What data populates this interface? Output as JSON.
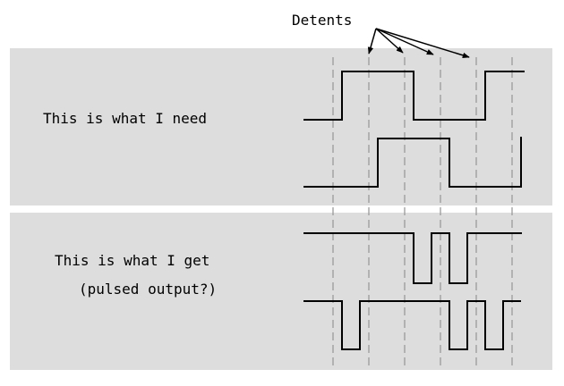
{
  "title": "Detents",
  "panels": [
    {
      "id": "need",
      "lines": [
        "This is what I need"
      ]
    },
    {
      "id": "get",
      "lines": [
        "This is what I get",
        "(pulsed output?)"
      ]
    }
  ],
  "colors": {
    "panel_bg": "#dddddd",
    "line": "#000000",
    "detent": "#9a9a9a",
    "background": "#ffffff"
  }
}
